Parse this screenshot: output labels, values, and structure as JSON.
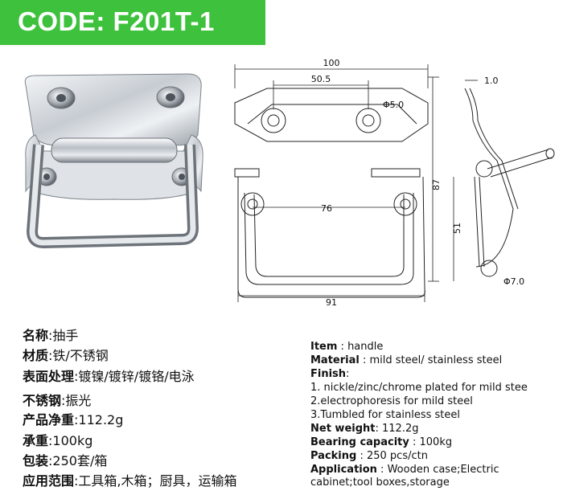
{
  "banner": {
    "code": "CODE: F201T-1",
    "color": "#3ec13c"
  },
  "drawing": {
    "dim_overall_width": "100",
    "dim_hole_spacing_top": "50.5",
    "dim_hole_dia": "Φ5.0",
    "dim_hole_spacing_bottom": "76",
    "dim_handle_width": "91",
    "dim_thickness": "1.0",
    "dim_height": "87",
    "dim_lower_height": "51",
    "dim_bar_dia": "Φ7.0"
  },
  "specs_cn": [
    {
      "label": "名称",
      "sep": ":",
      "value": "抽手"
    },
    {
      "label": "材质",
      "sep": ":",
      "value": "铁/不锈钢"
    },
    {
      "label": "表面处理",
      "sep": ":",
      "value": "镀镍/镀锌/镀铬/电泳"
    },
    {
      "label": "不锈钢",
      "sep": ":",
      "value": "振光"
    },
    {
      "label": "产品净重",
      "sep": ":",
      "value": "112.2g"
    },
    {
      "label": "承重",
      "sep": ":",
      "value": "100kg"
    },
    {
      "label": "包装",
      "sep": ":",
      "value": "250套/箱"
    },
    {
      "label": "应用范围",
      "sep": ":",
      "value": "工具箱,木箱；厨具，运输箱"
    }
  ],
  "specs_en": [
    {
      "label": "Item",
      "value": " : handle"
    },
    {
      "label": "Material",
      "value": " : mild steel/ stainless steel"
    },
    {
      "label": "Finish",
      "value": ":"
    },
    {
      "label": "",
      "value": "1. nickle/zinc/chrome plated for mild stee"
    },
    {
      "label": "",
      "value": "2.electrophoresis for mild steel"
    },
    {
      "label": "",
      "value": "3.Tumbled for stainless steel"
    },
    {
      "label": "Net weight",
      "value": ": 112.2g"
    },
    {
      "label": "Bearing capacity",
      "value": " : 100kg"
    },
    {
      "label": "Packing",
      "value": " : 250 pcs/ctn"
    },
    {
      "label": "Application",
      "value": " :  Wooden case;Electric"
    },
    {
      "label": "",
      "value": "cabinet;tool boxes,storage"
    }
  ]
}
